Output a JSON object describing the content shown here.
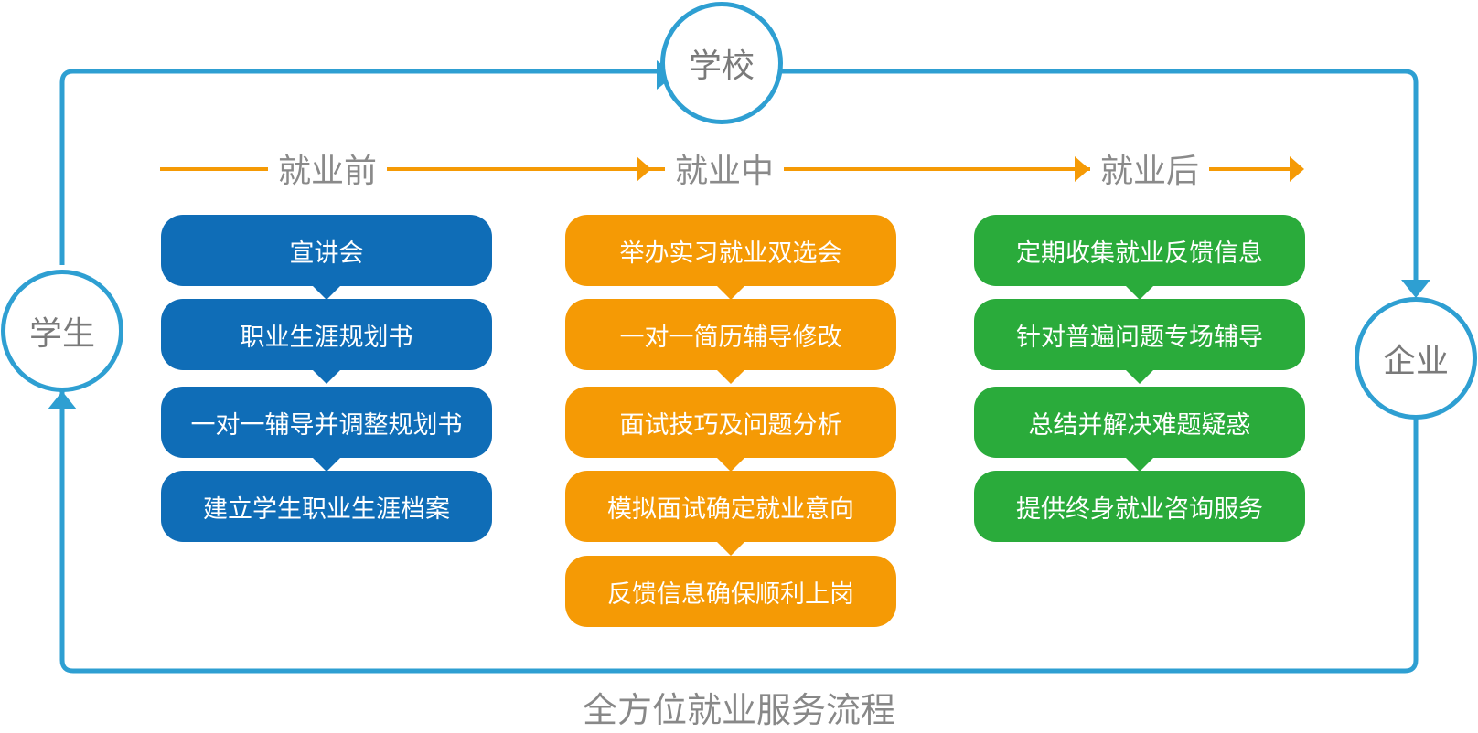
{
  "nodes": {
    "school": "学校",
    "student": "学生",
    "enterprise": "企业"
  },
  "phases": {
    "before": "就业前",
    "during": "就业中",
    "after": "就业后"
  },
  "columns": {
    "before": [
      "宣讲会",
      "职业生涯规划书",
      "一对一辅导并调整规划书",
      "建立学生职业生涯档案"
    ],
    "during": [
      "举办实习就业双选会",
      "一对一简历辅导修改",
      "面试技巧及问题分析",
      "模拟面试确定就业意向",
      "反馈信息确保顺利上岗"
    ],
    "after": [
      "定期收集就业反馈信息",
      "针对普遍问题专场辅导",
      "总结并解决难题疑惑",
      "提供终身就业咨询服务"
    ]
  },
  "caption": "全方位就业服务流程",
  "colors": {
    "loop": "#2e9fd2",
    "timeline": "#f59a05",
    "before_fill": "#0f6db7",
    "during_fill": "#f59a05",
    "after_fill": "#2aab3b",
    "node_text": "#7a7a7a"
  }
}
